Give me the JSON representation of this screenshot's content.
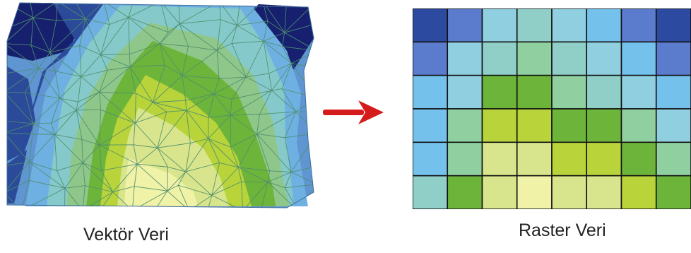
{
  "vector": {
    "caption": "Vektör Veri",
    "colors": {
      "outer_bg": "#5f96d2",
      "corner_dark": "#16206f",
      "band_1": "#2c4a9a",
      "band_2": "#6fb0e2",
      "band_3": "#86c9cb",
      "band_4": "#8fc78a",
      "band_5": "#6db43a",
      "band_6": "#b8d43a",
      "band_7": "#d9e58c",
      "core": "#f0f2a8",
      "mesh_line": "#4f8f6c"
    }
  },
  "raster": {
    "caption": "Raster Veri",
    "rows": 6,
    "cols": 8,
    "grid_line": "#111111",
    "cells": [
      [
        "#2c4aa0",
        "#5b7ccc",
        "#8fcfe0",
        "#8fcfc8",
        "#8fcfe0",
        "#74c1ec",
        "#5b7ccc",
        "#2c4aa0"
      ],
      [
        "#5b7ccc",
        "#8fcfe0",
        "#8fcfc8",
        "#8fcfa0",
        "#8fcfc8",
        "#8fcfe0",
        "#74c1ec",
        "#5b7ccc"
      ],
      [
        "#74c1ec",
        "#8fcfe0",
        "#6db43a",
        "#6db43a",
        "#8fcfa0",
        "#8fcfc8",
        "#8fcfe0",
        "#74c1ec"
      ],
      [
        "#74c1ec",
        "#8fcfa0",
        "#b8d43a",
        "#b8d43a",
        "#6db43a",
        "#6db43a",
        "#8fcfa0",
        "#8fcfe0"
      ],
      [
        "#74c1ec",
        "#8fcfa0",
        "#d9e58c",
        "#d9e58c",
        "#b8d43a",
        "#b8d43a",
        "#6db43a",
        "#8fcfa0"
      ],
      [
        "#8fcfc8",
        "#6db43a",
        "#d9e58c",
        "#f0f2a8",
        "#d9e58c",
        "#d9e58c",
        "#b8d43a",
        "#6db43a"
      ]
    ]
  },
  "arrow": {
    "color": "#d41c1c"
  }
}
